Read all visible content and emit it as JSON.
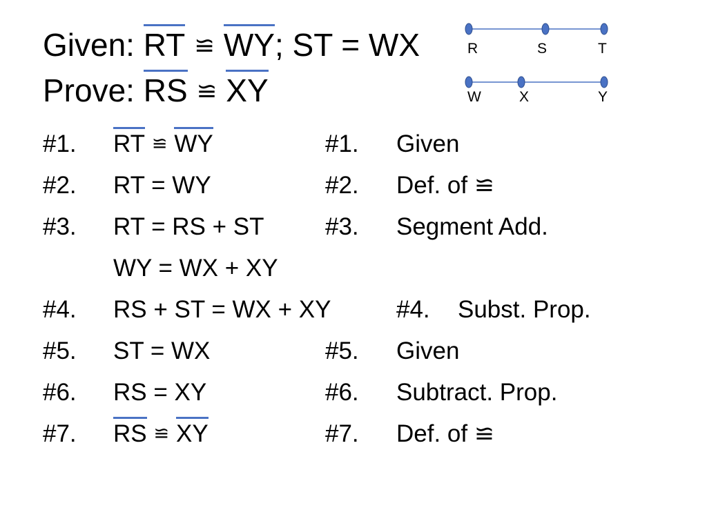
{
  "header": {
    "given_prefix": "Given:",
    "given_seg1": "RT",
    "given_cong": "≌",
    "given_seg2": "WY",
    "given_rest": "; ST = WX",
    "prove_prefix": "Prove:",
    "prove_seg1": "RS",
    "prove_cong": "≌",
    "prove_seg2": "XY"
  },
  "diagram": {
    "top_labels": [
      "R",
      "S",
      "T"
    ],
    "bottom_labels": [
      "W",
      "X",
      "Y"
    ],
    "colors": {
      "line": "#4a72c4",
      "point": "#4a72c4",
      "point_edge": "#2f4f8f"
    }
  },
  "proof": {
    "steps": [
      {
        "num": "#1.",
        "seg1": "RT",
        "cong": "≌",
        "seg2": "WY",
        "reason_num": "#1.",
        "reason": "Given"
      },
      {
        "num": "#2.",
        "statement": "RT = WY",
        "reason_num": "#2.",
        "reason": "Def. of ≌"
      },
      {
        "num": "#3.",
        "statement": "RT = RS + ST",
        "statement_cont": "WY = WX + XY",
        "reason_num": "#3.",
        "reason": "Segment Add."
      },
      {
        "num": "#4.",
        "statement": "RS + ST = WX + XY",
        "reason_num": "#4.",
        "reason": "Subst. Prop."
      },
      {
        "num": "#5.",
        "statement": "ST = WX",
        "reason_num": "#5.",
        "reason": "Given"
      },
      {
        "num": "#6.",
        "statement": "RS = XY",
        "reason_num": "#6.",
        "reason": "Subtract. Prop."
      },
      {
        "num": "#7.",
        "seg1": "RS",
        "cong": "≌",
        "seg2": "XY",
        "reason_num": "#7.",
        "reason": "Def. of ≌"
      }
    ]
  }
}
